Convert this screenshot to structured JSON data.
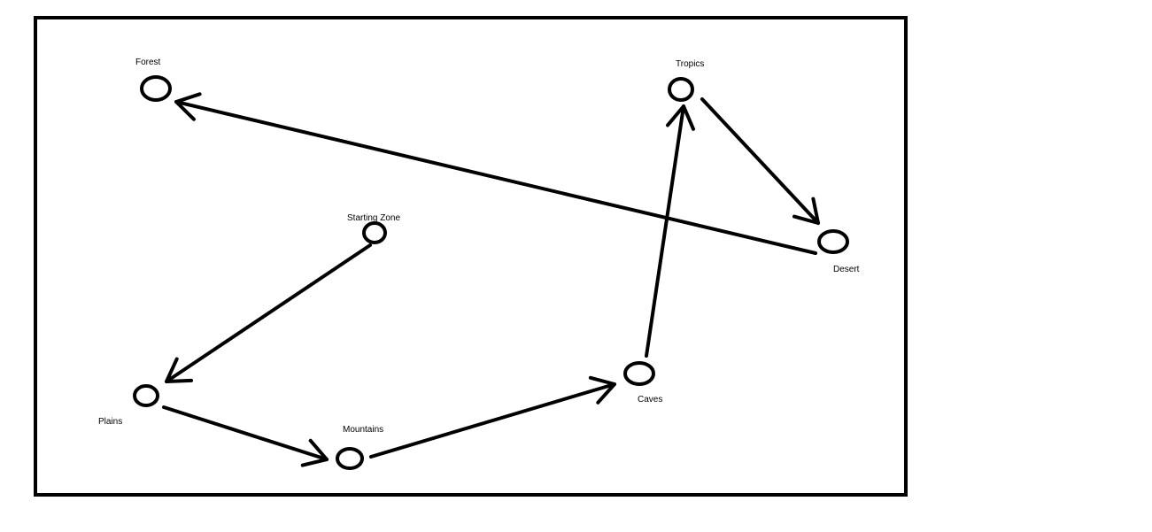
{
  "diagram": {
    "nodes": [
      {
        "id": "forest",
        "label": "Forest"
      },
      {
        "id": "tropics",
        "label": "Tropics"
      },
      {
        "id": "starting-zone",
        "label": "Starting Zone"
      },
      {
        "id": "desert",
        "label": "Desert"
      },
      {
        "id": "plains",
        "label": "Plains"
      },
      {
        "id": "mountains",
        "label": "Mountains"
      },
      {
        "id": "caves",
        "label": "Caves"
      }
    ],
    "edges": [
      {
        "from": "starting-zone",
        "to": "plains"
      },
      {
        "from": "plains",
        "to": "mountains"
      },
      {
        "from": "mountains",
        "to": "caves"
      },
      {
        "from": "caves",
        "to": "tropics"
      },
      {
        "from": "tropics",
        "to": "desert"
      },
      {
        "from": "desert",
        "to": "forest"
      }
    ]
  }
}
